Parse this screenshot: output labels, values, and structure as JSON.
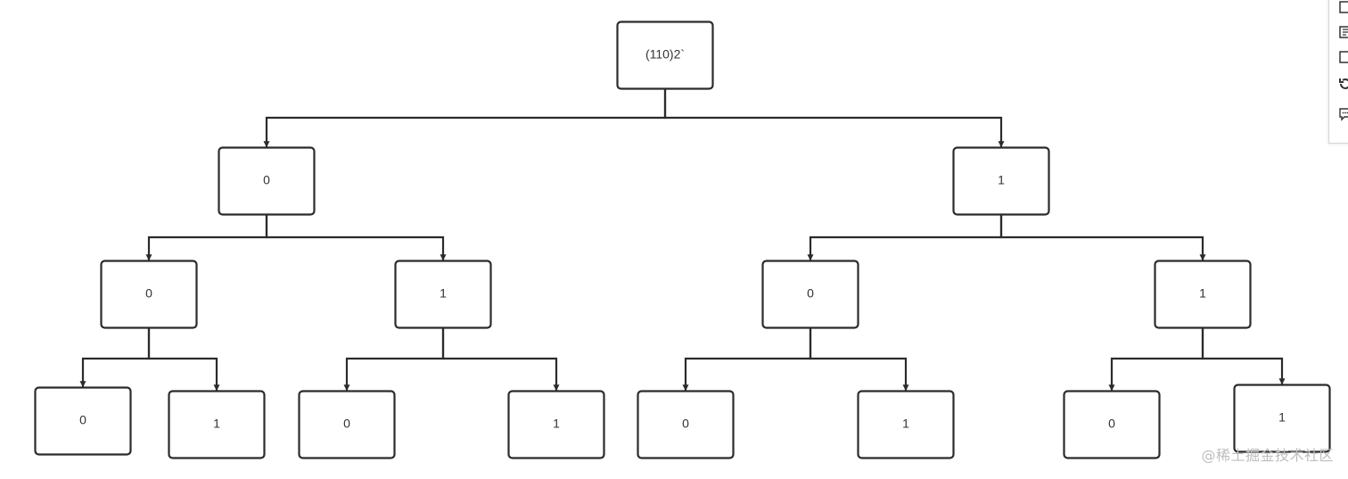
{
  "tree": {
    "label": "(110)2`",
    "children": [
      {
        "label": "0",
        "children": [
          {
            "label": "0",
            "children": [
              {
                "label": "0"
              },
              {
                "label": "1"
              }
            ]
          },
          {
            "label": "1",
            "children": [
              {
                "label": "0"
              },
              {
                "label": "1"
              }
            ]
          }
        ]
      },
      {
        "label": "1",
        "children": [
          {
            "label": "0",
            "children": [
              {
                "label": "0"
              },
              {
                "label": "1"
              }
            ]
          },
          {
            "label": "1",
            "children": [
              {
                "label": "0"
              },
              {
                "label": "1"
              }
            ]
          }
        ]
      }
    ]
  },
  "toolbar": {
    "icons": [
      "page-icon",
      "text-box-icon",
      "note-icon",
      "rotate-icon",
      "comment-icon"
    ]
  },
  "watermark": {
    "text": "@稀土掘金技术社区"
  },
  "colors": {
    "stroke": "#2b2b2b",
    "text": "#333333",
    "watermark": "#bdbdbd"
  }
}
